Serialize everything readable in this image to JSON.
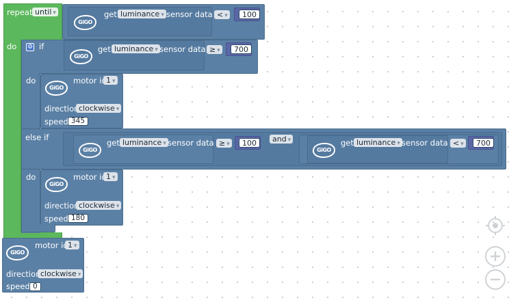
{
  "repeat": {
    "label": "repeat",
    "mode": "until",
    "do_label": "do",
    "condition": {
      "get": "get",
      "sensor": "luminance",
      "suffix": "sensor data",
      "op": "<",
      "value": "100"
    }
  },
  "if_block": {
    "label": "if",
    "condition": {
      "get": "get",
      "sensor": "luminance",
      "suffix": "sensor data",
      "op": "≥",
      "value": "700"
    },
    "do_label": "do",
    "motor": {
      "label": "motor id",
      "id": "1",
      "direction_label": "direction",
      "direction": "clockwise",
      "speed_label": "speed",
      "speed": "345"
    },
    "else_if_label": "else if",
    "else_if": {
      "left": {
        "get": "get",
        "sensor": "luminance",
        "suffix": "sensor data",
        "op": "≥",
        "value": "100"
      },
      "and_label": "and",
      "right": {
        "get": "get",
        "sensor": "luminance",
        "suffix": "sensor data",
        "op": "<",
        "value": "700"
      }
    },
    "do2_label": "do",
    "motor2": {
      "label": "motor id",
      "id": "1",
      "direction_label": "direction",
      "direction": "clockwise",
      "speed_label": "speed",
      "speed": "180"
    }
  },
  "motor_bottom": {
    "label": "motor id",
    "id": "1",
    "direction_label": "direction",
    "direction": "clockwise",
    "speed_label": "speed",
    "speed": "0"
  },
  "brand_logo_text": "GiGO",
  "dropdown_arrow": "▾",
  "controls": {
    "recenter": "crosshair-icon",
    "zoom_in": "plus-icon",
    "zoom_out": "minus-icon"
  },
  "colors": {
    "loop": "#5cb85c",
    "block": "#5b80a5",
    "number": "#5b67a5",
    "workspace_bg": "#ffffff"
  }
}
